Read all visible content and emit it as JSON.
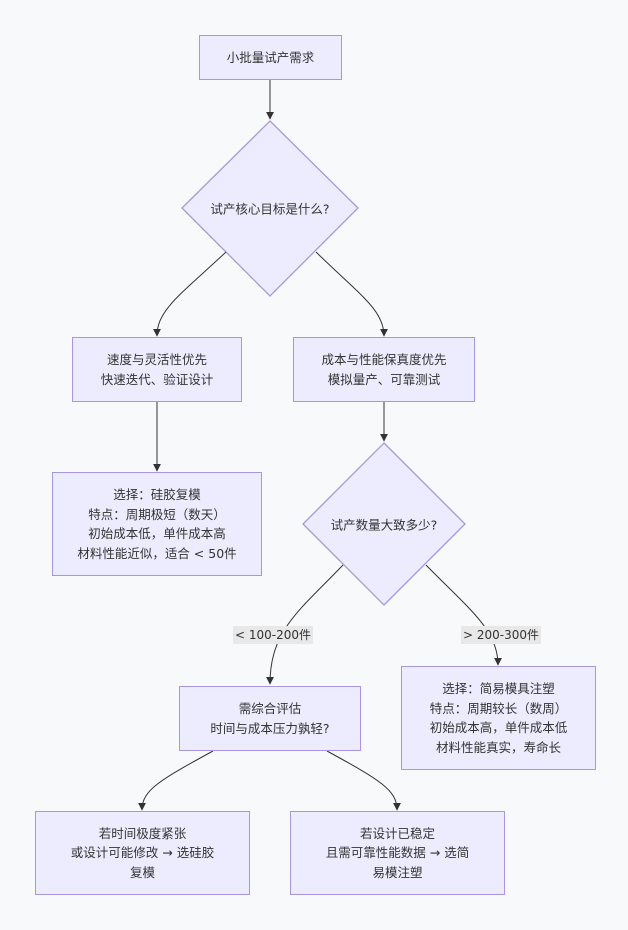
{
  "colors": {
    "node_fill": "#ececfe",
    "node_stroke": "#a996e0",
    "edge": "#333333",
    "label_bg": "#e8e8e8",
    "background": "#f8f9fb"
  },
  "nodes": {
    "start": {
      "lines": [
        "小批量试产需求"
      ]
    },
    "q_goal": {
      "lines": [
        "试产核心目标是什么?"
      ]
    },
    "speed": {
      "lines": [
        "速度与灵活性优先",
        "快速迭代、验证设计"
      ]
    },
    "cost": {
      "lines": [
        "成本与性能保真度优先",
        "模拟量产、可靠测试"
      ]
    },
    "silicone": {
      "lines": [
        "选择：硅胶复模",
        "特点：周期极短（数天）",
        "初始成本低，单件成本高",
        "材料性能近似，适合 < 50件"
      ]
    },
    "q_qty": {
      "lines": [
        "试产数量大致多少?"
      ]
    },
    "molding": {
      "lines": [
        "选择：简易模具注塑",
        "特点：周期较长（数周）",
        "初始成本高，单件成本低",
        "材料性能真实，寿命长"
      ]
    },
    "evaluate": {
      "lines": [
        "需综合评估",
        "时间与成本压力孰轻?"
      ]
    },
    "tight": {
      "lines": [
        "若时间极度紧张",
        "或设计可能修改 → 选硅胶",
        "复模"
      ]
    },
    "stable": {
      "lines": [
        "若设计已稳定",
        "且需可靠性能数据 → 选简",
        "易模注塑"
      ]
    }
  },
  "edge_labels": {
    "lt": "< 100-200件",
    "gt": "> 200-300件"
  },
  "edges": [
    {
      "from": "start",
      "to": "q_goal"
    },
    {
      "from": "q_goal",
      "to": "speed"
    },
    {
      "from": "q_goal",
      "to": "cost"
    },
    {
      "from": "speed",
      "to": "silicone"
    },
    {
      "from": "cost",
      "to": "q_qty"
    },
    {
      "from": "q_qty",
      "to": "evaluate",
      "label": "< 100-200件"
    },
    {
      "from": "q_qty",
      "to": "molding",
      "label": "> 200-300件"
    },
    {
      "from": "evaluate",
      "to": "tight"
    },
    {
      "from": "evaluate",
      "to": "stable"
    }
  ]
}
